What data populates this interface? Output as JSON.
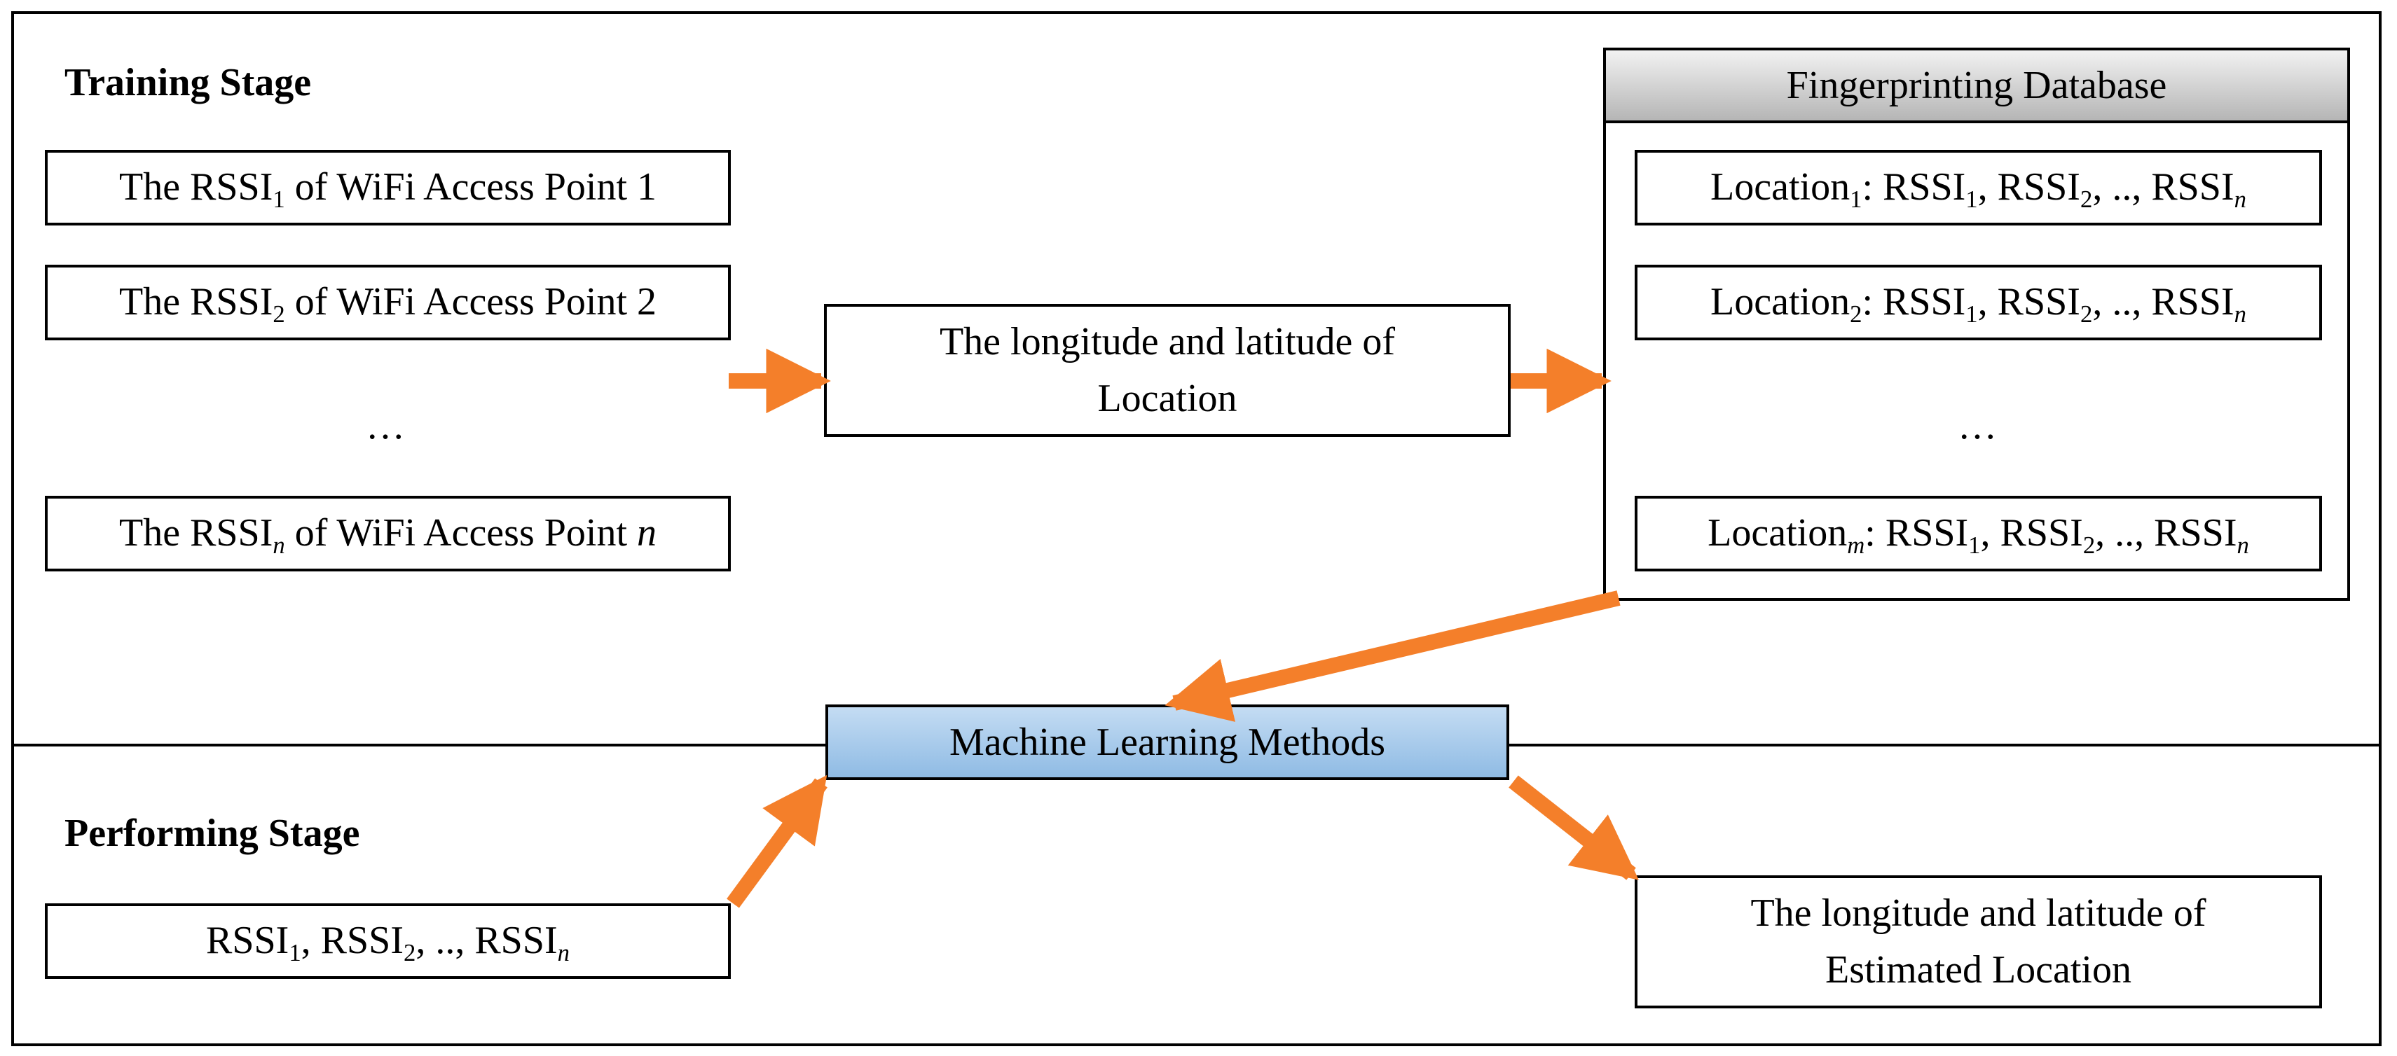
{
  "training_stage": {
    "title": "Training Stage"
  },
  "performing_stage": {
    "title": "Performing Stage"
  },
  "inputs": {
    "ap1": {
      "pre": "The RSSI",
      "sub": "1",
      "post": " of WiFi Access Point 1"
    },
    "ap2": {
      "pre": "The RSSI",
      "sub": "2",
      "post": " of WiFi Access Point 2"
    },
    "ellipsis": "…",
    "apn": {
      "pre": "The RSSI",
      "sub": "n",
      "mid": " of WiFi Access Point ",
      "last": "n"
    }
  },
  "location_box": {
    "line1": "The longitude and latitude of",
    "line2": "Location"
  },
  "database": {
    "title": "Fingerprinting Database",
    "rows": [
      {
        "loc": "Location",
        "loc_sub": "1"
      },
      {
        "loc": "Location",
        "loc_sub": "2"
      },
      {
        "loc": "Location",
        "loc_sub": "m"
      }
    ],
    "rssi": "RSSI",
    "sep": ": ",
    "comma": ", ",
    "dots_sep": ", .., ",
    "ellipsis": "…"
  },
  "ml_box": {
    "label": "Machine Learning Methods"
  },
  "perform_input": {
    "rssi": "RSSI",
    "comma": ", ",
    "dots_sep": ", .., "
  },
  "output_box": {
    "line1": "The longitude and latitude of",
    "line2": "Estimated Location"
  },
  "colors": {
    "arrow": "#f47f2a",
    "ml_fill": "#9dc3e6",
    "db_header": "#c8c8c8"
  }
}
